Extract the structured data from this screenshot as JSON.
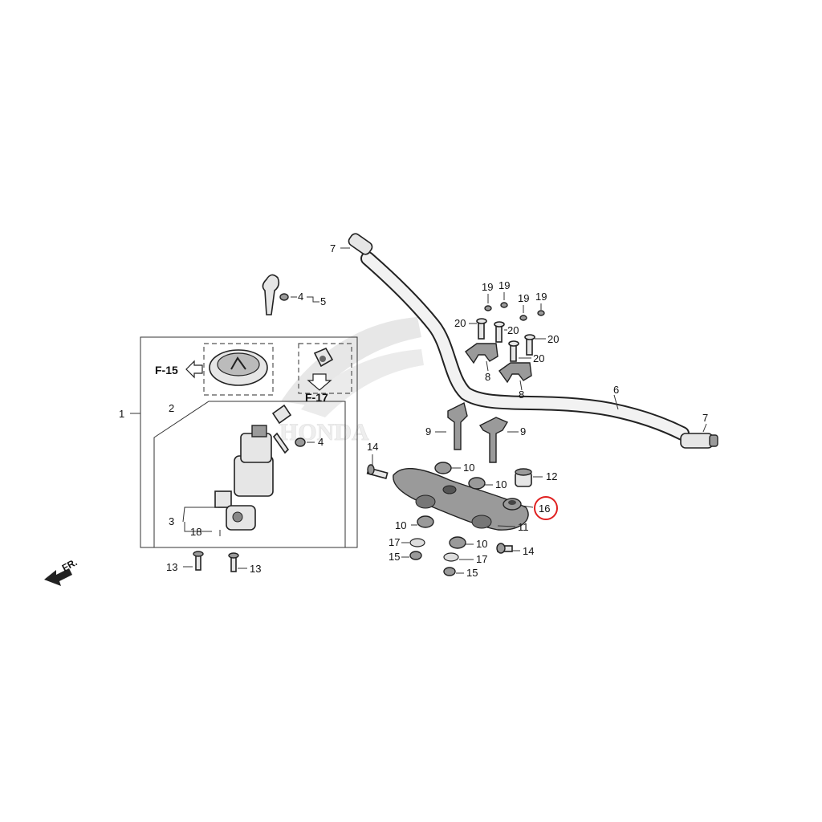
{
  "callouts": {
    "c1": "1",
    "c2": "2",
    "c3": "3",
    "c4a": "4",
    "c4b": "4",
    "c5": "5",
    "c6": "6",
    "c7a": "7",
    "c7b": "7",
    "c8a": "8",
    "c8b": "8",
    "c9a": "9",
    "c9b": "9",
    "c10a": "10",
    "c10b": "10",
    "c10c": "10",
    "c10d": "10",
    "c11": "11",
    "c12": "12",
    "c13a": "13",
    "c13b": "13",
    "c14a": "14",
    "c14b": "14",
    "c15a": "15",
    "c15b": "15",
    "c16": "16",
    "c17a": "17",
    "c17b": "17",
    "c18": "18",
    "c19a": "19",
    "c19b": "19",
    "c19c": "19",
    "c19d": "19",
    "c20a": "20",
    "c20b": "20",
    "c20c": "20",
    "c20d": "20"
  },
  "refs": {
    "f15": "F-15",
    "f17": "F-17"
  },
  "direction": {
    "label": "FR."
  },
  "watermark": {
    "brand": "HONDA"
  },
  "highlight": {
    "part": "16",
    "color": "#e02020"
  }
}
